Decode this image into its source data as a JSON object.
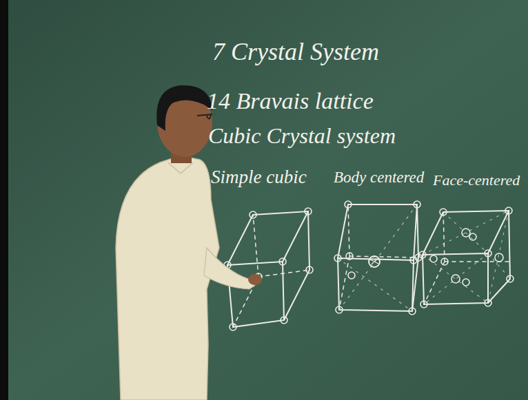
{
  "diagram": {
    "labels": [
      "7 Crystal System",
      "14 Bravais lattice",
      "Cubic Crystal system",
      "Simple cubic",
      "Body centered",
      "Face-centered"
    ]
  }
}
